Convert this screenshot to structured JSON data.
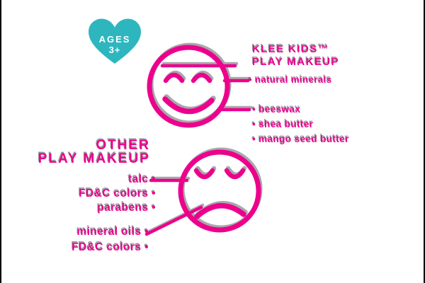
{
  "colors": {
    "brand_pink": "#EC008C",
    "badge_teal": "#2EB6BF",
    "misprint_gray": "#54555B"
  },
  "ages_badge": {
    "line1": "AGES",
    "line2": "3+"
  },
  "klee_side": {
    "title_line1": "KLEE KIDS™",
    "title_line2": "PLAY MAKEUP",
    "eyes_callout": "• natural minerals",
    "ingredients": [
      "• beeswax",
      "• shea butter",
      "• mango seed butter"
    ]
  },
  "other_side": {
    "title_line1": "OTHER",
    "title_line2": "PLAY MAKEUP",
    "eye_items": [
      "talc •",
      "FD&C colors •",
      "parabens •"
    ],
    "mouth_items": [
      "mineral oils •",
      "FD&C colors •"
    ]
  }
}
